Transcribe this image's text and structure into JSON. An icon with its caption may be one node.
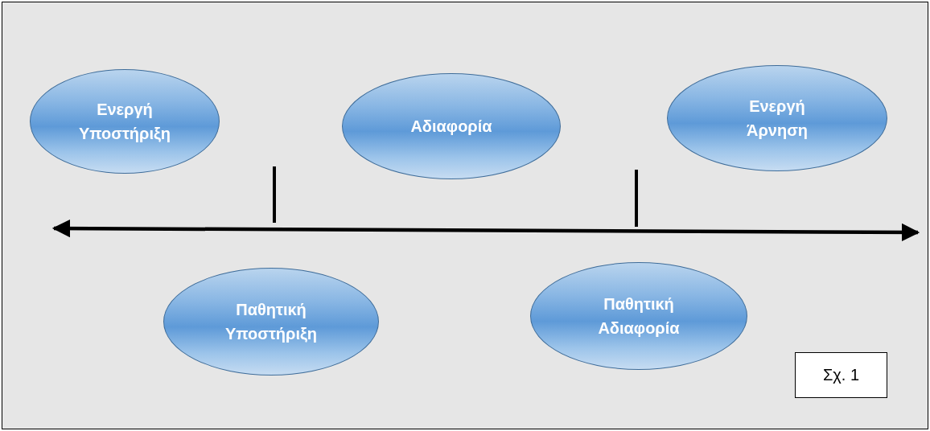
{
  "diagram": {
    "nodes": [
      {
        "text": [
          "Ενεργή Υποστήριξη"
        ]
      },
      {
        "text": [
          "Αδιαφορία"
        ]
      },
      {
        "text": [
          "Ενεργή Άρνηση"
        ]
      },
      {
        "text": [
          "Παθητική Υποστήριξη"
        ]
      },
      {
        "text": [
          "Παθητική Αδιαφορία"
        ]
      },
      {
        "text": [
          "Σχ. 1"
        ]
      }
    ]
  }
}
